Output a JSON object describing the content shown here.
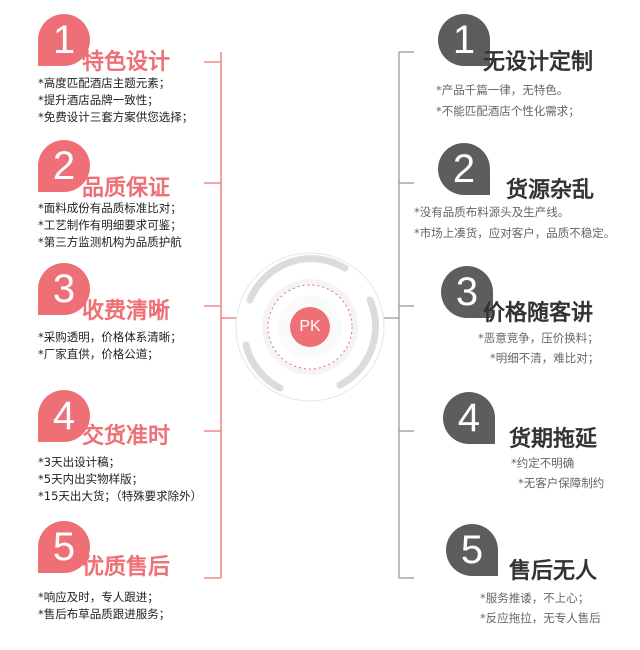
{
  "center": {
    "label": "PK"
  },
  "left_items": [
    {
      "number": "1",
      "title": "特色设计",
      "lines": [
        "*高度匹配酒店主题元素；",
        "*提升酒店品牌一致性；",
        "*免费设计三套方案供您选择；"
      ]
    },
    {
      "number": "2",
      "title": "品质保证",
      "lines": [
        "*面料成份有品质标准比对；",
        "*工艺制作有明细要求可鉴；",
        "*第三方监测机构为品质护航"
      ]
    },
    {
      "number": "3",
      "title": "收费清晰",
      "lines": [
        "*采购透明，价格体系清晰；",
        "*厂家直供，价格公道；"
      ]
    },
    {
      "number": "4",
      "title": "交货准时",
      "lines": [
        "*3天出设计稿；",
        "*5天内出实物样版；",
        "*15天出大货；（特殊要求除外）"
      ]
    },
    {
      "number": "5",
      "title": "优质售后",
      "lines": [
        "*响应及时，专人跟进；",
        "*售后布草品质跟进服务；"
      ]
    }
  ],
  "right_items": [
    {
      "number": "1",
      "title": "无设计定制",
      "lines": [
        "*产品千篇一律，无特色。",
        "*不能匹配酒店个性化需求；"
      ]
    },
    {
      "number": "2",
      "title": "货源杂乱",
      "lines": [
        "*没有品质布料源头及生产线。",
        "*市场上凑货，应对客户，品质不稳定。"
      ]
    },
    {
      "number": "3",
      "title": "价格随客讲",
      "lines": [
        "*恶意竞争，压价换料；",
        "*明细不清，难比对；"
      ]
    },
    {
      "number": "4",
      "title": "货期拖延",
      "lines": [
        "*约定不明确",
        "*无客户保障制约"
      ]
    },
    {
      "number": "5",
      "title": "售后无人",
      "lines": [
        "*服务推诿，不上心；",
        "*反应拖拉，无专人售后"
      ]
    }
  ],
  "colors": {
    "accent": "#ee6f75",
    "dark": "#5d5d5d"
  }
}
